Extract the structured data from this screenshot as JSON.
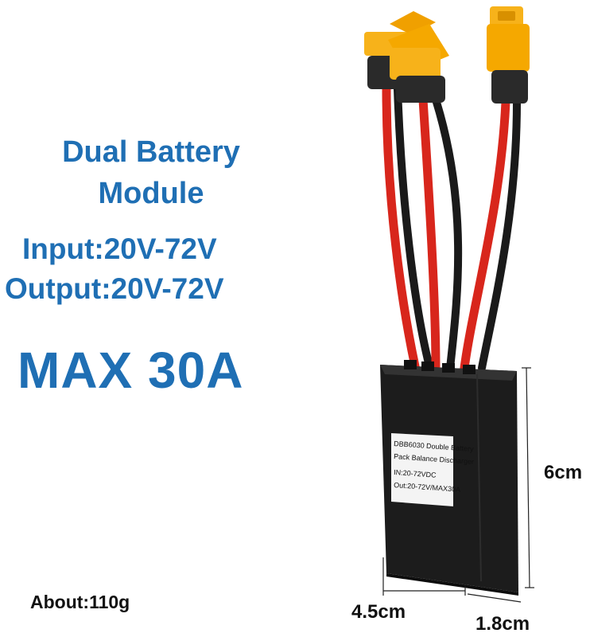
{
  "title": {
    "line1": "Dual Battery",
    "line2": "Module"
  },
  "input_spec": "Input:20V-72V",
  "output_spec": "Output:20V-72V",
  "max_current": "MAX 30A",
  "weight": "About:110g",
  "dimensions": {
    "height": "6cm",
    "width": "4.5cm",
    "depth": "1.8cm"
  },
  "device_label": {
    "line1": "DBB6030 Double Battery",
    "line2": "Pack Balance Discharger",
    "line3": "IN:20-72VDC",
    "line4": "Out:20-72V/MAX30A"
  },
  "colors": {
    "text_blue": "#1f6fb4",
    "connector_yellow": "#f5a800",
    "wire_red": "#d8261c",
    "wire_black": "#1a1a1a",
    "housing": "#1c1c1c"
  }
}
